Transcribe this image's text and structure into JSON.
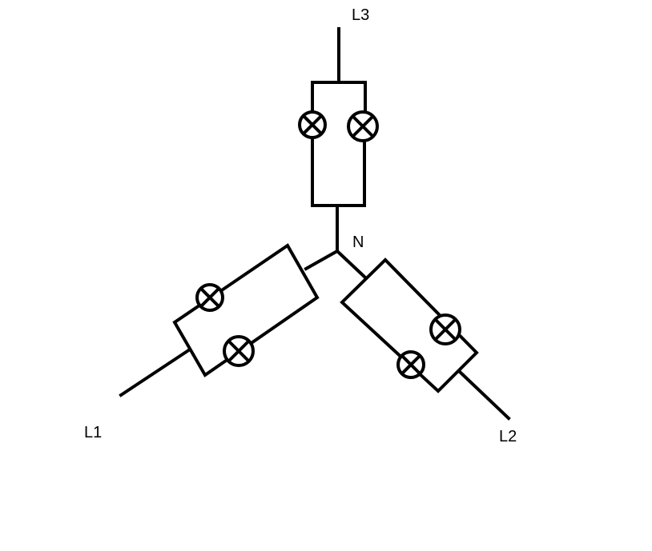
{
  "labels": {
    "l3": "L3",
    "n": "N",
    "l1": "L1",
    "l2": "L2"
  },
  "colors": {
    "line": "#000000",
    "background": "#ffffff"
  },
  "icons": {
    "lamp": "lamp-icon"
  }
}
